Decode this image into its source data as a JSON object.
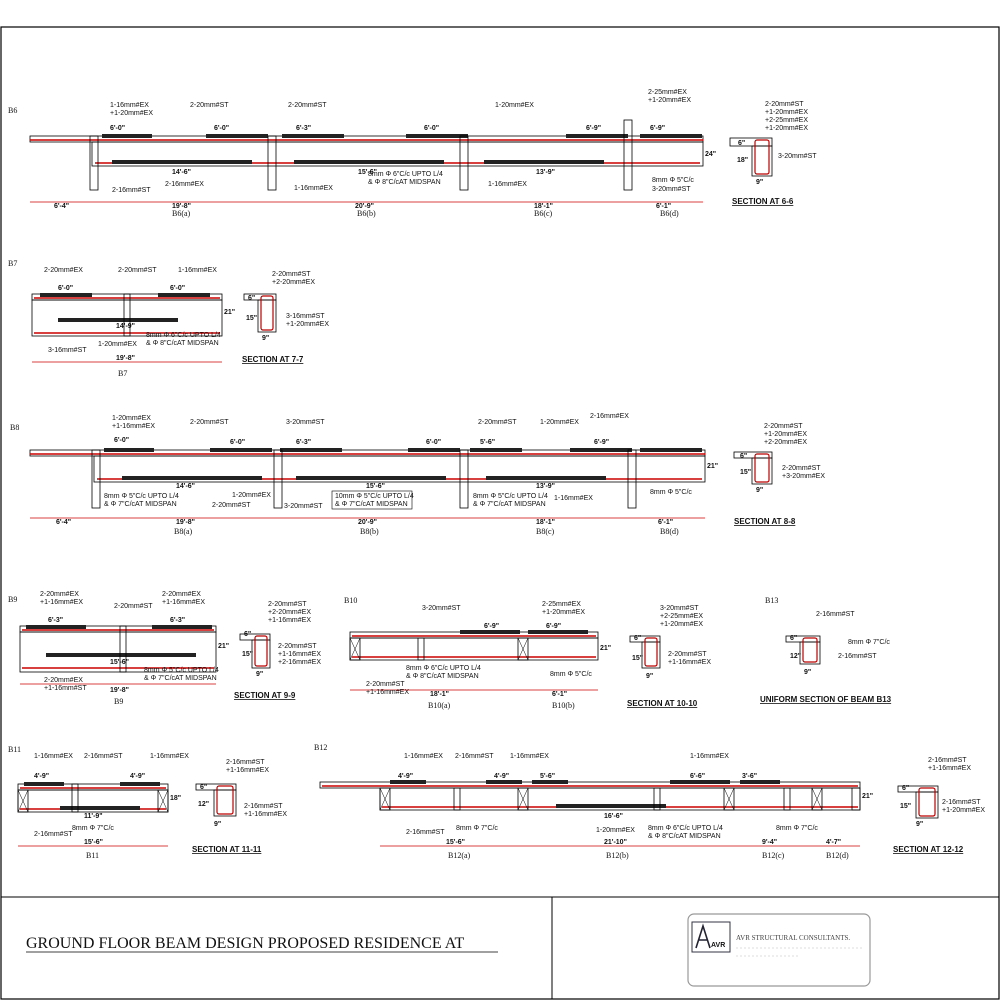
{
  "colors": {
    "outline": "#000000",
    "reinforcement": "#cc0000",
    "section_line": "#e00000",
    "stirrup": "#b00000"
  },
  "title_block": {
    "title": "GROUND FLOOR BEAM DESIGN  PROPOSED RESIDENCE AT",
    "firm": "AVR  STRUCTURAL CONSULTANTS.",
    "logo_text": "AVR"
  },
  "beams": {
    "b6": {
      "tag": "B6",
      "labels": [
        "1-16mm#EX",
        "+1-20mm#EX",
        "2-20mm#ST",
        "2-20mm#ST",
        "1-20mm#EX",
        "2-25mm#EX",
        "+1-20mm#EX",
        "2-16mm#ST",
        "2-16mm#EX",
        "1-16mm#EX",
        "8mm Φ 6\"C/c UPTO L/4",
        "& Φ 8\"C/cAT MIDSPAN",
        "1-16mm#EX",
        "8mm Φ 5\"C/c",
        "3-20mm#ST"
      ],
      "top_dims": [
        "6'-0\"",
        "6'-0\"",
        "6'-3\"",
        "6'-0\"",
        "6'-9\"",
        "6'-9\""
      ],
      "bot_dims": [
        "14'-6\"",
        "15'-6\"",
        "13'-9\""
      ],
      "span_dims": [
        "6'-4\"",
        "19'-8\"",
        "20'-9\"",
        "18'-1\"",
        "6'-1\""
      ],
      "depth": "24\"",
      "subs": [
        "B6(a)",
        "B6(b)",
        "B6(c)",
        "B6(d)"
      ],
      "section": {
        "title": "SECTION AT 6-6",
        "labels": [
          "2-20mm#ST",
          "+1-20mm#EX",
          "+2-25mm#EX",
          "+1-20mm#EX",
          "3-20mm#ST"
        ],
        "width": "9\"",
        "flange": "6\"",
        "depth": "18\""
      }
    },
    "b7": {
      "tag": "B7",
      "labels": [
        "2-20mm#EX",
        "2-20mm#ST",
        "1-16mm#EX",
        "3-16mm#ST",
        "1-20mm#EX",
        "8mm Φ 6\"C/c UPTO L/4",
        "& Φ 8\"C/cAT MIDSPAN"
      ],
      "top_dims": [
        "6'-0\"",
        "6'-0\""
      ],
      "bot_dims": [
        "14'-9\""
      ],
      "span_dims": [
        "19'-8\""
      ],
      "depth": "21\"",
      "subs": [
        "B7"
      ],
      "section": {
        "title": "SECTION AT 7-7",
        "labels": [
          "2-20mm#ST",
          "+2-20mm#EX",
          "3-16mm#ST",
          "+1-20mm#EX"
        ],
        "width": "9\"",
        "flange": "6\"",
        "depth": "15\""
      }
    },
    "b8": {
      "tag": "B8",
      "labels": [
        "1-20mm#EX",
        "+1-16mm#EX",
        "2-20mm#ST",
        "3-20mm#ST",
        "2-20mm#ST",
        "1-20mm#EX",
        "2-16mm#EX",
        "8mm Φ 5\"C/c UPTO L/4",
        "& Φ 7\"C/cAT MIDSPAN",
        "1-20mm#EX",
        "2-20mm#ST",
        "3-20mm#ST",
        "10mm Φ 5\"C/c UPTO L/4",
        "& Φ 7\"C/cAT MIDSPAN",
        "8mm Φ 5\"C/c UPTO L/4",
        "& Φ 7\"C/cAT MIDSPAN",
        "1-16mm#EX",
        "8mm Φ 5\"C/c"
      ],
      "top_dims": [
        "6'-0\"",
        "6'-0\"",
        "6'-3\"",
        "6'-0\"",
        "5'-6\"",
        "6'-9\""
      ],
      "bot_dims": [
        "14'-6\"",
        "15'-6\"",
        "13'-9\""
      ],
      "span_dims": [
        "6'-4\"",
        "19'-8\"",
        "20'-9\"",
        "18'-1\"",
        "6'-1\""
      ],
      "depth": "21\"",
      "subs": [
        "B8(a)",
        "B8(b)",
        "B8(c)",
        "B8(d)"
      ],
      "section": {
        "title": "SECTION AT 8-8",
        "labels": [
          "2-20mm#ST",
          "+1-20mm#EX",
          "+2-20mm#EX",
          "2-20mm#ST",
          "+3-20mm#EX"
        ],
        "width": "9\"",
        "flange": "6\"",
        "depth": "15\""
      }
    },
    "b9": {
      "tag": "B9",
      "labels": [
        "2-20mm#EX",
        "+1-16mm#EX",
        "2-20mm#ST",
        "2-20mm#EX",
        "+1-16mm#EX",
        "8mm Φ 5\"C/c UPTO L/4",
        "& Φ 7\"C/cAT MIDSPAN",
        "2-20mm#EX",
        "+1-16mm#ST"
      ],
      "top_dims": [
        "6'-3\"",
        "6'-3\""
      ],
      "bot_dims": [
        "15'-6\""
      ],
      "span_dims": [
        "19'-8\""
      ],
      "depth": "21\"",
      "subs": [
        "B9"
      ],
      "section": {
        "title": "SECTION AT 9-9",
        "labels": [
          "2-20mm#ST",
          "+2-20mm#EX",
          "+1-16mm#EX",
          "2-20mm#ST",
          "+1-16mm#EX",
          "+2-16mm#EX"
        ],
        "width": "9\"",
        "flange": "6\"",
        "depth": "15\""
      }
    },
    "b10": {
      "tag": "B10",
      "labels": [
        "3-20mm#ST",
        "2-25mm#EX",
        "+1-20mm#EX",
        "8mm Φ 6\"C/c UPTO L/4",
        "& Φ 8\"C/cAT MIDSPAN",
        "2-20mm#ST",
        "+1-16mm#EX",
        "8mm Φ 5\"C/c"
      ],
      "top_dims": [
        "6'-9\"",
        "6'-9\""
      ],
      "bot_dims": [],
      "span_dims": [
        "18'-1\"",
        "6'-1\""
      ],
      "depth": "21\"",
      "subs": [
        "B10(a)",
        "B10(b)"
      ],
      "section": {
        "title": "SECTION AT 10-10",
        "labels": [
          "3-20mm#ST",
          "+2-25mm#EX",
          "+1-20mm#EX",
          "2-20mm#ST",
          "+1-16mm#EX"
        ],
        "width": "9\"",
        "flange": "6\"",
        "depth": "15\""
      }
    },
    "b13": {
      "tag": "B13",
      "section": {
        "title": "UNIFORM SECTION OF BEAM B13",
        "labels": [
          "2-16mm#ST",
          "8mm Φ 7\"C/c",
          "2-16mm#ST"
        ],
        "width": "9\"",
        "flange": "6\"",
        "depth": "12\""
      }
    },
    "b11": {
      "tag": "B11",
      "labels": [
        "1-16mm#EX",
        "2-16mm#ST",
        "1-16mm#EX",
        "2-16mm#ST",
        "8mm Φ 7\"C/c"
      ],
      "top_dims": [
        "4'-9\"",
        "4'-9\""
      ],
      "bot_dims": [
        "11'-9\""
      ],
      "span_dims": [
        "15'-6\""
      ],
      "depth": "18\"",
      "subs": [
        "B11"
      ],
      "section": {
        "title": "SECTION AT 11-11",
        "labels": [
          "2-16mm#ST",
          "+1-16mm#EX",
          "2-16mm#ST",
          "+1-16mm#EX"
        ],
        "width": "9\"",
        "flange": "6\"",
        "depth": "12\""
      }
    },
    "b12": {
      "tag": "B12",
      "labels": [
        "1-16mm#EX",
        "2-16mm#ST",
        "1-16mm#EX",
        "1-16mm#EX",
        "2-16mm#ST",
        "8mm Φ 7\"C/c",
        "1-20mm#EX",
        "8mm Φ 6\"C/c UPTO L/4",
        "& Φ 8\"C/cAT MIDSPAN",
        "8mm Φ 7\"C/c"
      ],
      "top_dims": [
        "4'-9\"",
        "4'-9\"",
        "5'-6\"",
        "6'-6\"",
        "3'-6\""
      ],
      "bot_dims": [
        "16'-6\""
      ],
      "span_dims": [
        "15'-6\"",
        "21'-10\"",
        "9'-4\"",
        "4'-7\""
      ],
      "depth": "21\"",
      "subs": [
        "B12(a)",
        "B12(b)",
        "B12(c)",
        "B12(d)"
      ],
      "section": {
        "title": "SECTION AT 12-12",
        "labels": [
          "2-16mm#ST",
          "+1-16mm#EX",
          "2-16mm#ST",
          "+1-20mm#EX"
        ],
        "width": "9\"",
        "flange": "6\"",
        "depth": "15\""
      }
    }
  }
}
